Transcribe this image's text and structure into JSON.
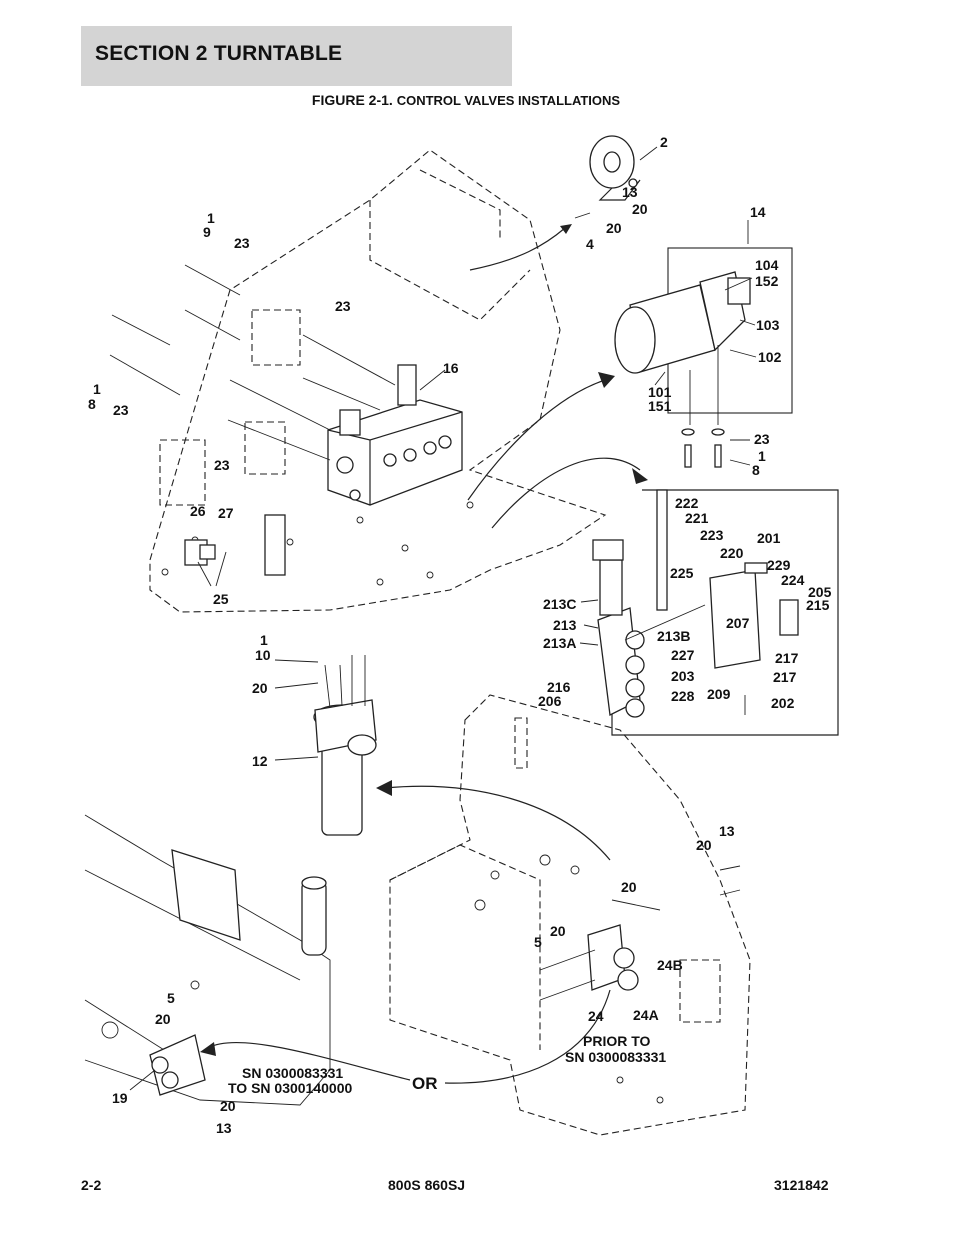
{
  "header": {
    "section": "SECTION 2   TURNTABLE"
  },
  "figure": {
    "number": "FIGURE 2-1.",
    "title": "CONTROL VALVES INSTALLATIONS"
  },
  "callouts": {
    "c2": "2",
    "c13a": "13",
    "c20a": "20",
    "c20b": "20",
    "c4": "4",
    "c14": "14",
    "c1a": "1",
    "c9": "9",
    "c23a": "23",
    "c23b": "23",
    "c16": "16",
    "c1b": "1",
    "c8a": "8",
    "c23c": "23",
    "c23d": "23",
    "c104": "104",
    "c152": "152",
    "c103": "103",
    "c102": "102",
    "c101": "101",
    "c151": "151",
    "c23e": "23",
    "c1c": "1",
    "c8b": "8",
    "c26": "26",
    "c27": "27",
    "c25": "25",
    "c222": "222",
    "c221": "221",
    "c223": "223",
    "c201": "201",
    "c220": "220",
    "c225": "225",
    "c229": "229",
    "c224": "224",
    "c205": "205",
    "c215": "215",
    "c213C": "213C",
    "c213": "213",
    "c213A": "213A",
    "c213B": "213B",
    "c207": "207",
    "c227": "227",
    "c217a": "217",
    "c203": "203",
    "c217b": "217",
    "c216": "216",
    "c206": "206",
    "c228": "228",
    "c209": "209",
    "c202": "202",
    "c1d": "1",
    "c10": "10",
    "c20c": "20",
    "c12": "12",
    "c13b": "13",
    "c20d": "20",
    "c20e": "20",
    "c5a": "5",
    "c20f": "20",
    "c24B": "24B",
    "c24": "24",
    "c24A": "24A",
    "c5b": "5",
    "c20g": "20",
    "c19": "19",
    "c20h": "20",
    "c13c": "13"
  },
  "notes": {
    "sn_range_1": "SN 0300083331",
    "sn_range_2": "TO SN 0300140000",
    "or": "OR",
    "prior_1": "PRIOR TO",
    "prior_2": "SN 0300083331"
  },
  "footer": {
    "page": "2-2",
    "model": "800S 860SJ",
    "doc": "3121842"
  }
}
